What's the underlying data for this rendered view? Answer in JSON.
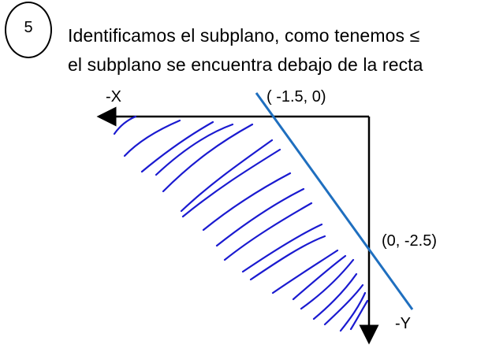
{
  "step": {
    "number": "5"
  },
  "text": {
    "line1": "Identificamos el subplano, como tenemos ≤",
    "line2": "el subplano se encuentra debajo de la recta"
  },
  "labels": {
    "neg_x": "-X",
    "point_x_intercept": "( -1.5, 0)",
    "point_y_intercept": "(0, -2.5)",
    "neg_y": "-Y"
  },
  "colors": {
    "line": "#1f6fbf",
    "hatch": "#1a1ad0",
    "axes": "#000000"
  }
}
